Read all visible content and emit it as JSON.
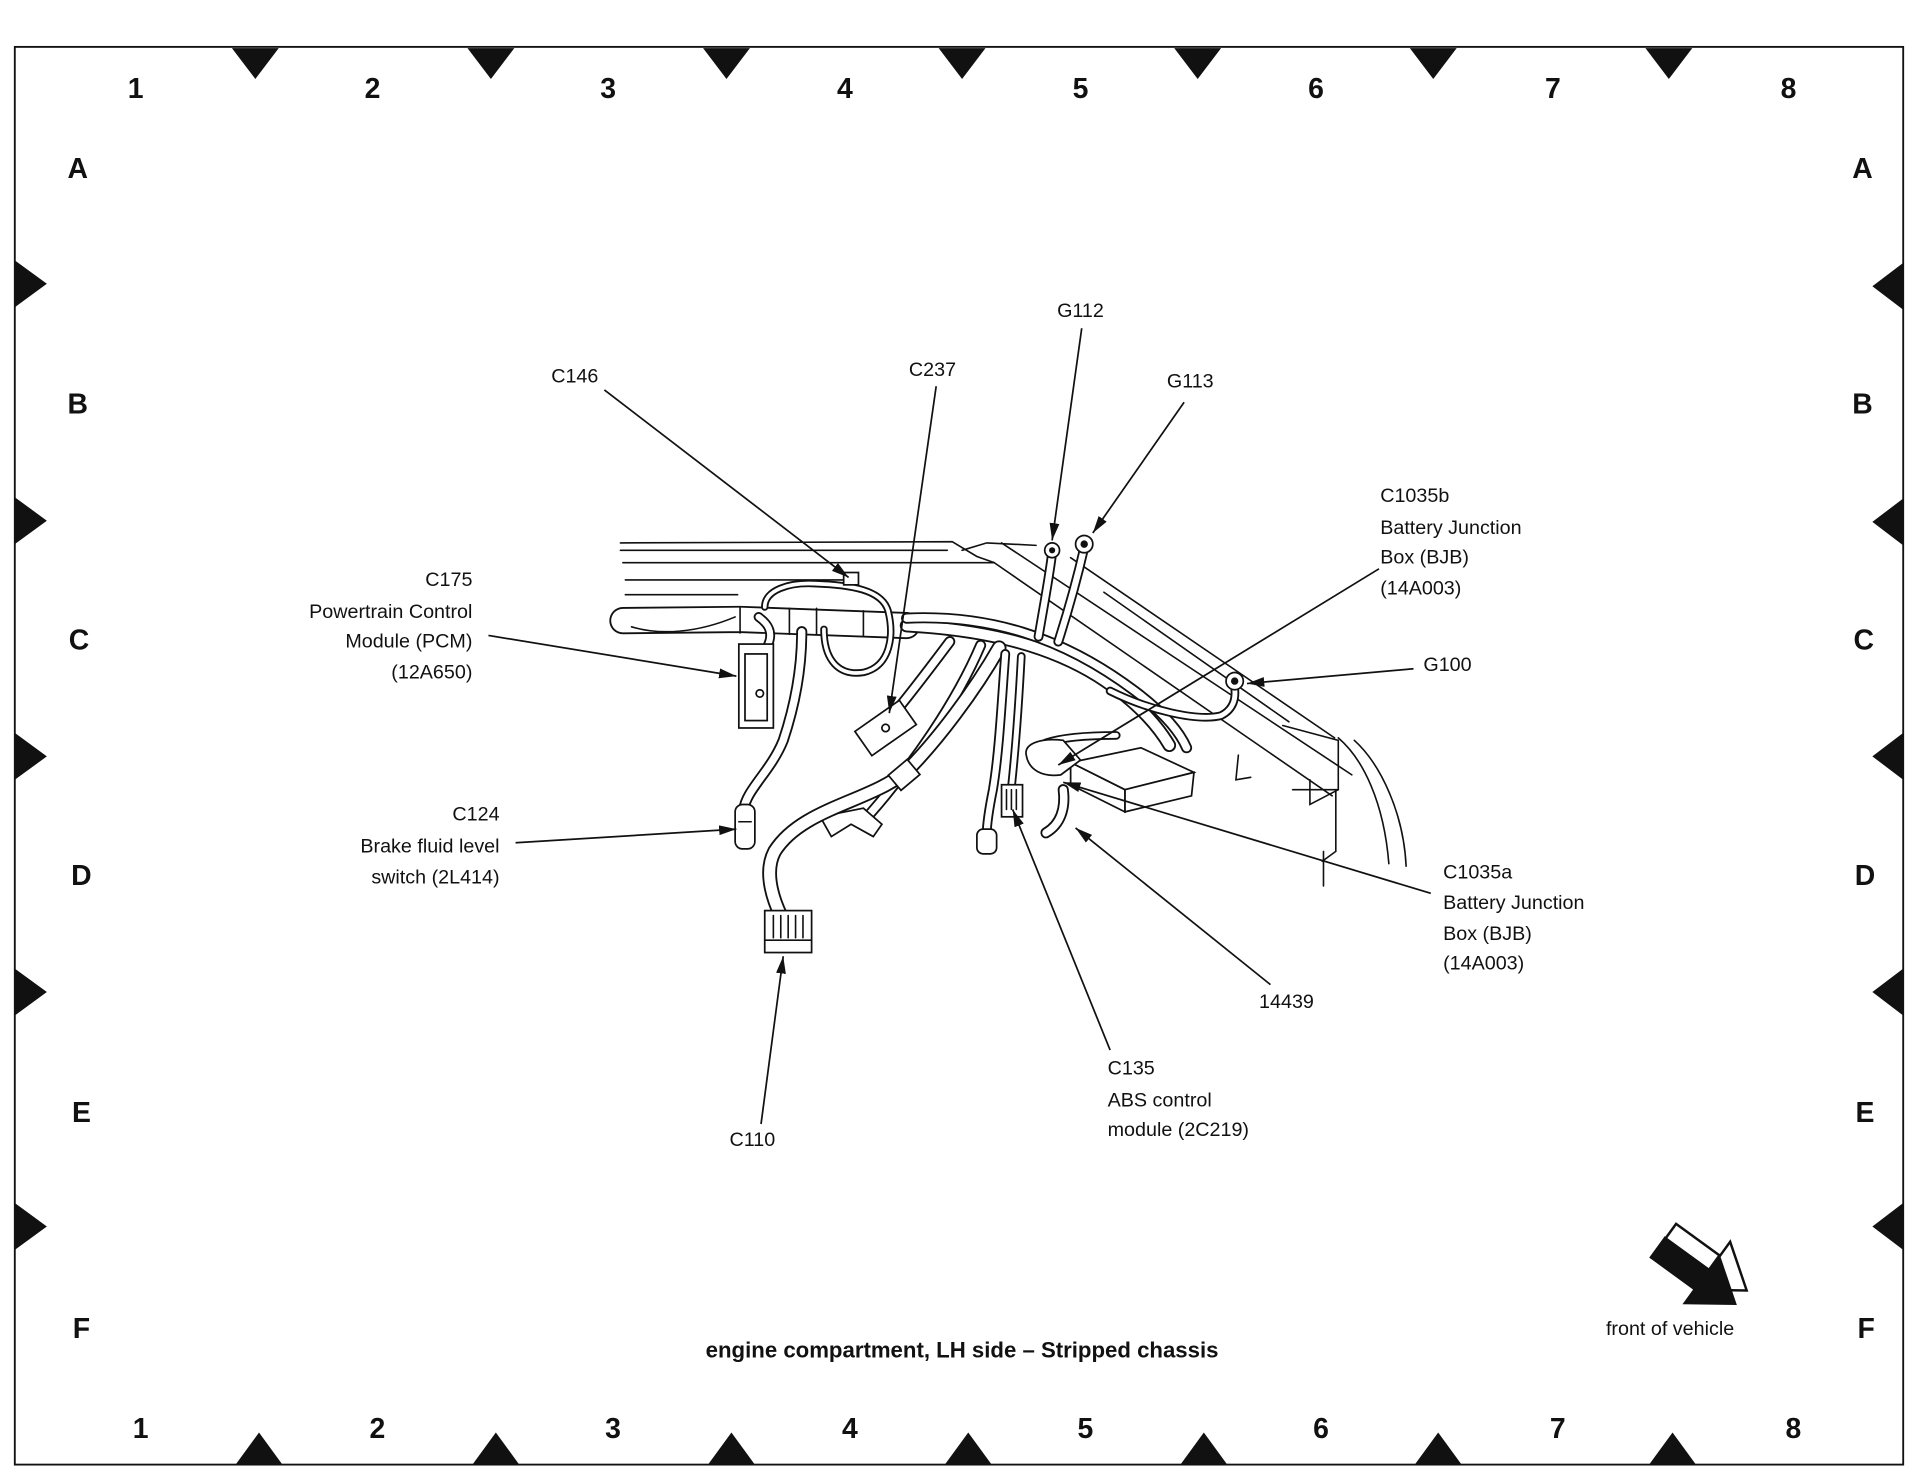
{
  "grid": {
    "columns": [
      "1",
      "2",
      "3",
      "4",
      "5",
      "6",
      "7",
      "8"
    ],
    "rows": [
      "A",
      "B",
      "C",
      "D",
      "E",
      "F"
    ]
  },
  "callouts": {
    "g112": [
      "G112"
    ],
    "c146": [
      "C146"
    ],
    "c237": [
      "C237"
    ],
    "g113": [
      "G113"
    ],
    "c1035b": [
      "C1035b",
      "Battery Junction",
      "Box (BJB)",
      "(14A003)"
    ],
    "c175": [
      "C175",
      "Powertrain Control",
      "Module (PCM)",
      "(12A650)"
    ],
    "g100": [
      "G100"
    ],
    "c124": [
      "C124",
      "Brake fluid level",
      "switch (2L414)"
    ],
    "c1035a": [
      "C1035a",
      "Battery Junction",
      "Box (BJB)",
      "(14A003)"
    ],
    "n14439": [
      "14439"
    ],
    "c135": [
      "C135",
      "ABS control",
      "module (2C219)"
    ],
    "c110": [
      "C110"
    ]
  },
  "caption": "engine compartment, LH side – Stripped chassis",
  "orientation_label": "front of vehicle"
}
